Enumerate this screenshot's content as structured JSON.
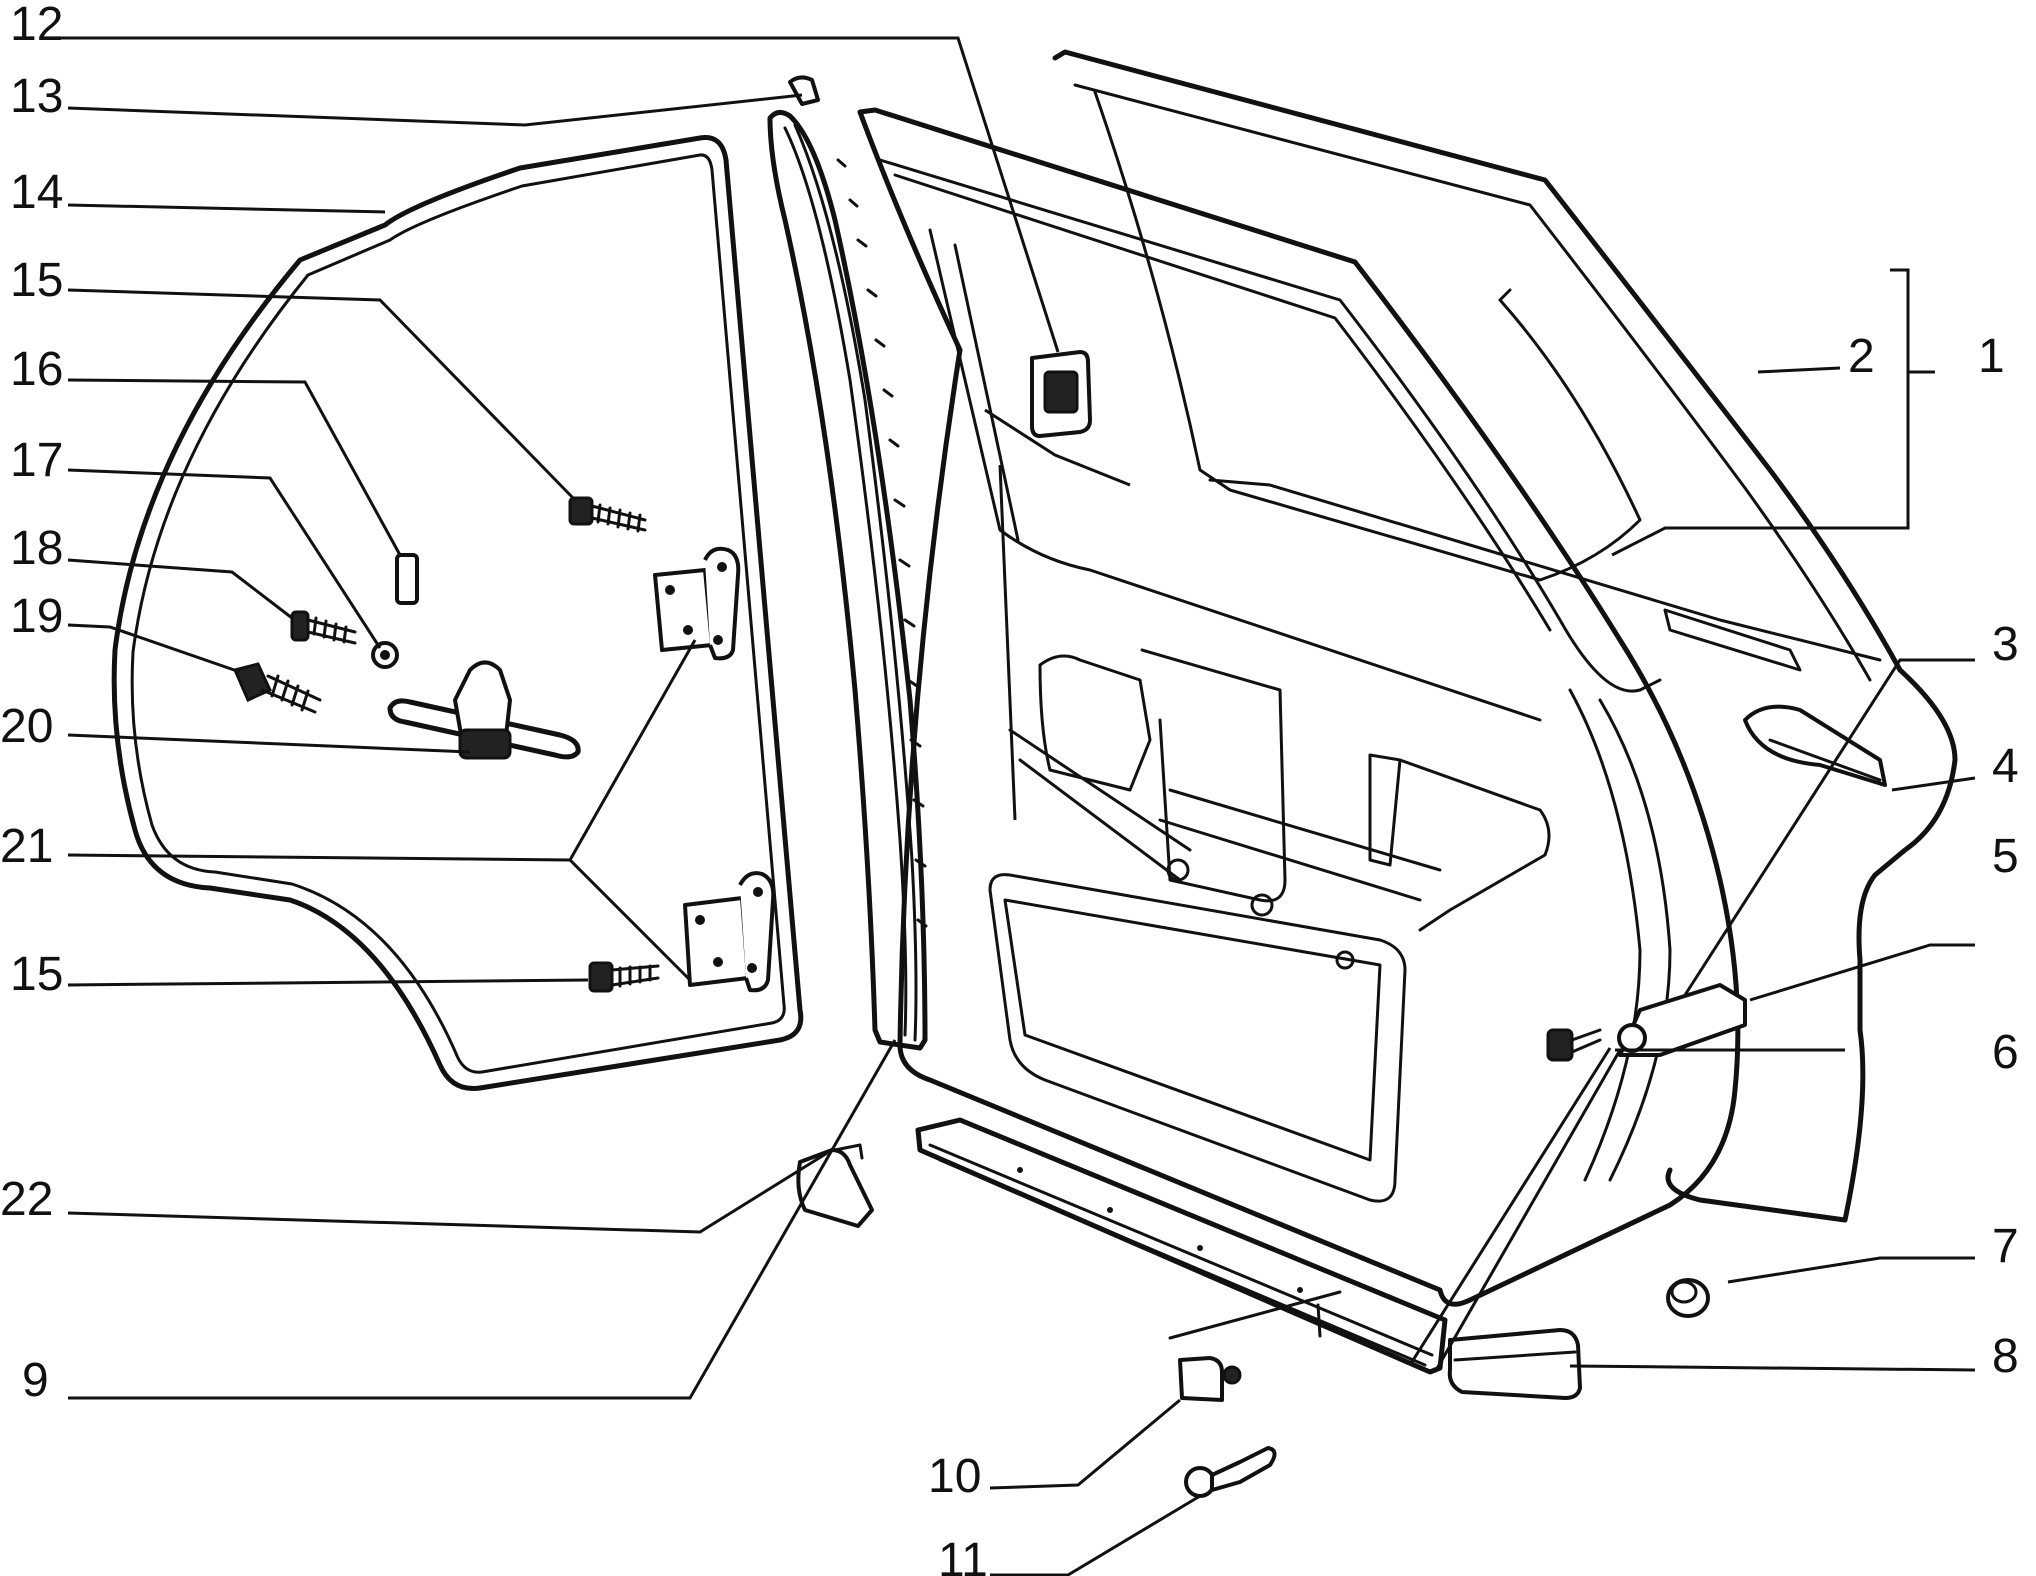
{
  "labels": {
    "l1": "1",
    "l2": "2",
    "l3": "3",
    "l4": "4",
    "l5": "5",
    "l6": "6",
    "l7": "7",
    "l8": "8",
    "l9": "9",
    "l10": "10",
    "l11": "11",
    "l12": "12",
    "l13": "13",
    "l14": "14",
    "l15a": "15",
    "l15b": "15",
    "l16": "16",
    "l17": "17",
    "l18": "18",
    "l19": "19",
    "l20": "20",
    "l21": "21",
    "l22": "22"
  }
}
